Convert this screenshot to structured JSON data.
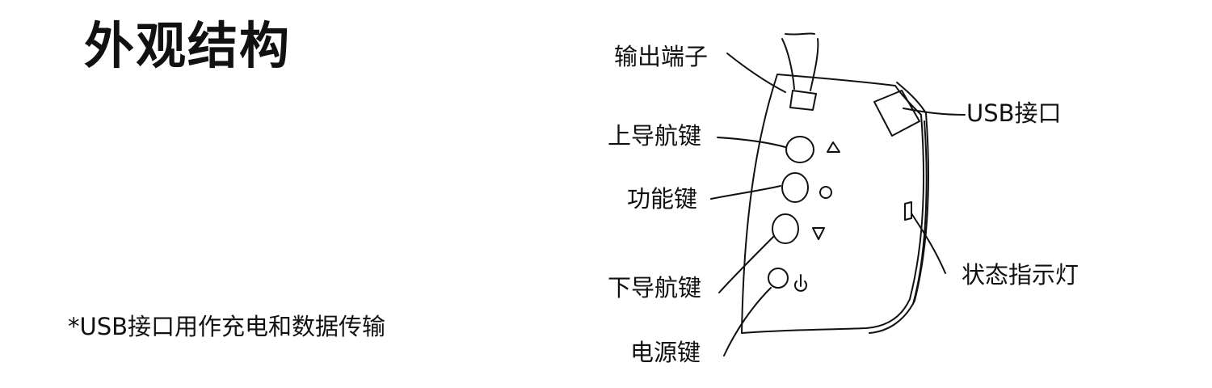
{
  "title": "外观结构",
  "footnote": "*USB接口用作充电和数据传输",
  "labels": {
    "output_port": "输出端子",
    "up_key": "上导航键",
    "function_key": "功能键",
    "down_key": "下导航键",
    "power_key": "电源键",
    "usb_port": "USB接口",
    "status_light": "状态指示灯"
  }
}
